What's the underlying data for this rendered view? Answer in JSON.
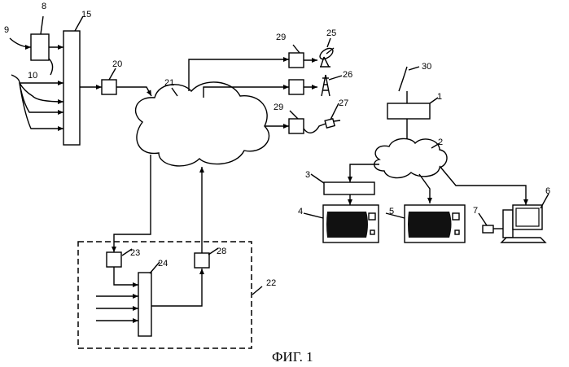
{
  "caption": "ФИГ. 1",
  "labels": {
    "l1": "1",
    "l2": "2",
    "l3": "3",
    "l4": "4",
    "l5": "5",
    "l6": "6",
    "l7": "7",
    "l8": "8",
    "l9": "9",
    "l10": "10",
    "l15": "15",
    "l20": "20",
    "l21": "21",
    "l22": "22",
    "l23": "23",
    "l24": "24",
    "l25": "25",
    "l26": "26",
    "l27": "27",
    "l28": "28",
    "l29a": "29",
    "l29b": "29",
    "l30": "30"
  },
  "icons": [
    "satellite-dish-icon",
    "transmission-tower-icon",
    "cable-plug-icon",
    "antenna-icon",
    "tv-icon",
    "computer-icon",
    "mouse-icon"
  ]
}
